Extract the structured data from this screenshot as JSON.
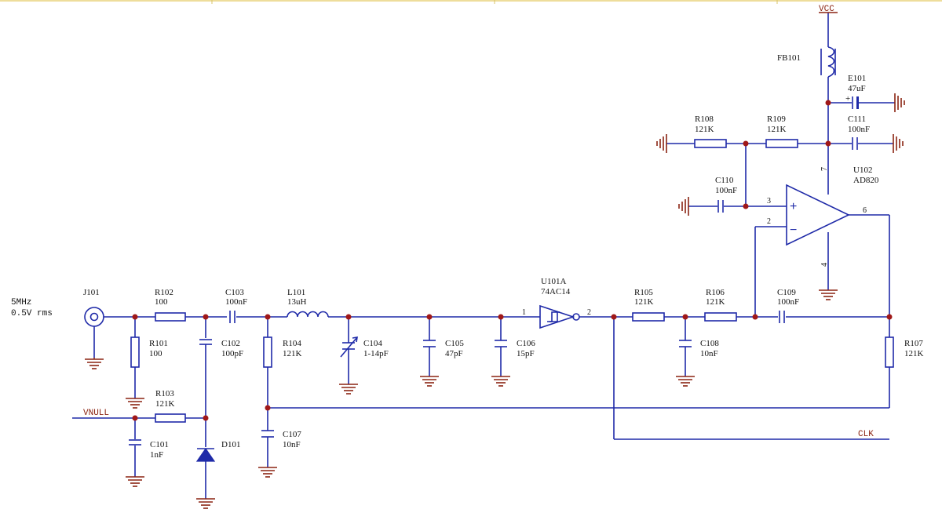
{
  "source": {
    "freq": "5MHz",
    "level": "0.5V rms"
  },
  "nets": {
    "vcc": "VCC",
    "vnull": "VNULL",
    "clk": "CLK"
  },
  "components": {
    "J101": {
      "ref": "J101"
    },
    "R101": {
      "ref": "R101",
      "value": "100"
    },
    "R102": {
      "ref": "R102",
      "value": "100"
    },
    "R103": {
      "ref": "R103",
      "value": "121K"
    },
    "R104": {
      "ref": "R104",
      "value": "121K"
    },
    "R105": {
      "ref": "R105",
      "value": "121K"
    },
    "R106": {
      "ref": "R106",
      "value": "121K"
    },
    "R107": {
      "ref": "R107",
      "value": "121K"
    },
    "R108": {
      "ref": "R108",
      "value": "121K"
    },
    "R109": {
      "ref": "R109",
      "value": "121K"
    },
    "C101": {
      "ref": "C101",
      "value": "1nF"
    },
    "C102": {
      "ref": "C102",
      "value": "100pF"
    },
    "C103": {
      "ref": "C103",
      "value": "100nF"
    },
    "C104": {
      "ref": "C104",
      "value": "1-14pF"
    },
    "C105": {
      "ref": "C105",
      "value": "47pF"
    },
    "C106": {
      "ref": "C106",
      "value": "15pF"
    },
    "C107": {
      "ref": "C107",
      "value": "10nF"
    },
    "C108": {
      "ref": "C108",
      "value": "10nF"
    },
    "C109": {
      "ref": "C109",
      "value": "100nF"
    },
    "C110": {
      "ref": "C110",
      "value": "100nF"
    },
    "C111": {
      "ref": "C111",
      "value": "100nF"
    },
    "E101": {
      "ref": "E101",
      "value": "47uF"
    },
    "L101": {
      "ref": "L101",
      "value": "13uH"
    },
    "D101": {
      "ref": "D101"
    },
    "FB101": {
      "ref": "FB101"
    },
    "U101A": {
      "ref": "U101A",
      "value": "74AC14",
      "pin_in": "1",
      "pin_out": "2"
    },
    "U102": {
      "ref": "U102",
      "value": "AD820",
      "pin_plus": "3",
      "pin_minus": "2",
      "pin_out": "6",
      "pin_vpos": "7",
      "pin_vneg": "4",
      "sign_plus": "+",
      "sign_minus": "−"
    }
  },
  "colors": {
    "wire": "#1f2aa8",
    "ground": "#8b2412",
    "junction": "#a01818"
  }
}
